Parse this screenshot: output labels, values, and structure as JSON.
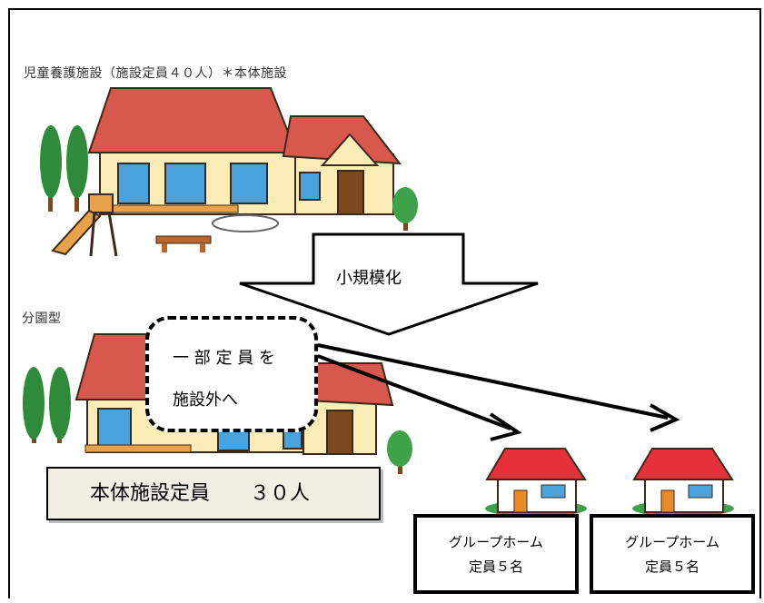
{
  "labels": {
    "main_facility": "児童養護施設（施設定員４０人）＊本体施設",
    "branch_type": "分園型"
  },
  "arrow": {
    "label": "小規模化"
  },
  "callout": {
    "line1": "一 部 定 員 を",
    "line2": "施設外へ"
  },
  "capacity": {
    "text": "本体施設定員　　３０人"
  },
  "group_homes": [
    {
      "title": "グループホーム",
      "capacity": "定員５名"
    },
    {
      "title": "グループホーム",
      "capacity": "定員５名"
    }
  ],
  "colors": {
    "roof": "#d9584e",
    "wall": "#fbecb8",
    "window": "#4aa3df",
    "tree": "#2e8b3a",
    "wood": "#b8662c",
    "gh_roof": "#e8303a",
    "door": "#7a4a1e"
  }
}
